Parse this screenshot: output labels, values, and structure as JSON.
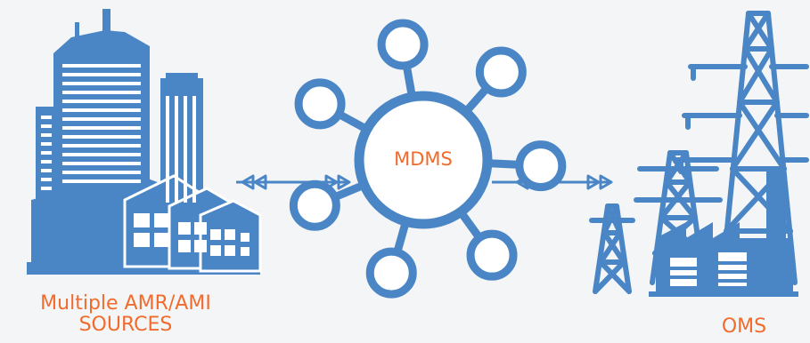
{
  "labels": {
    "left_line1": "Multiple AMR/AMI",
    "left_line2": "SOURCES",
    "center": "MDMS",
    "right": "OMS"
  },
  "colors": {
    "primary": "#4a86c5",
    "accent": "#f16b2d",
    "background": "#f4f5f7",
    "window": "#ffffff"
  },
  "icons": {
    "left": "city-buildings-icon",
    "center": "hub-network-icon",
    "right": "power-plant-transmission-tower-icon",
    "connectors": "bidirectional-arrow-icon"
  },
  "hub_node_count": 7
}
